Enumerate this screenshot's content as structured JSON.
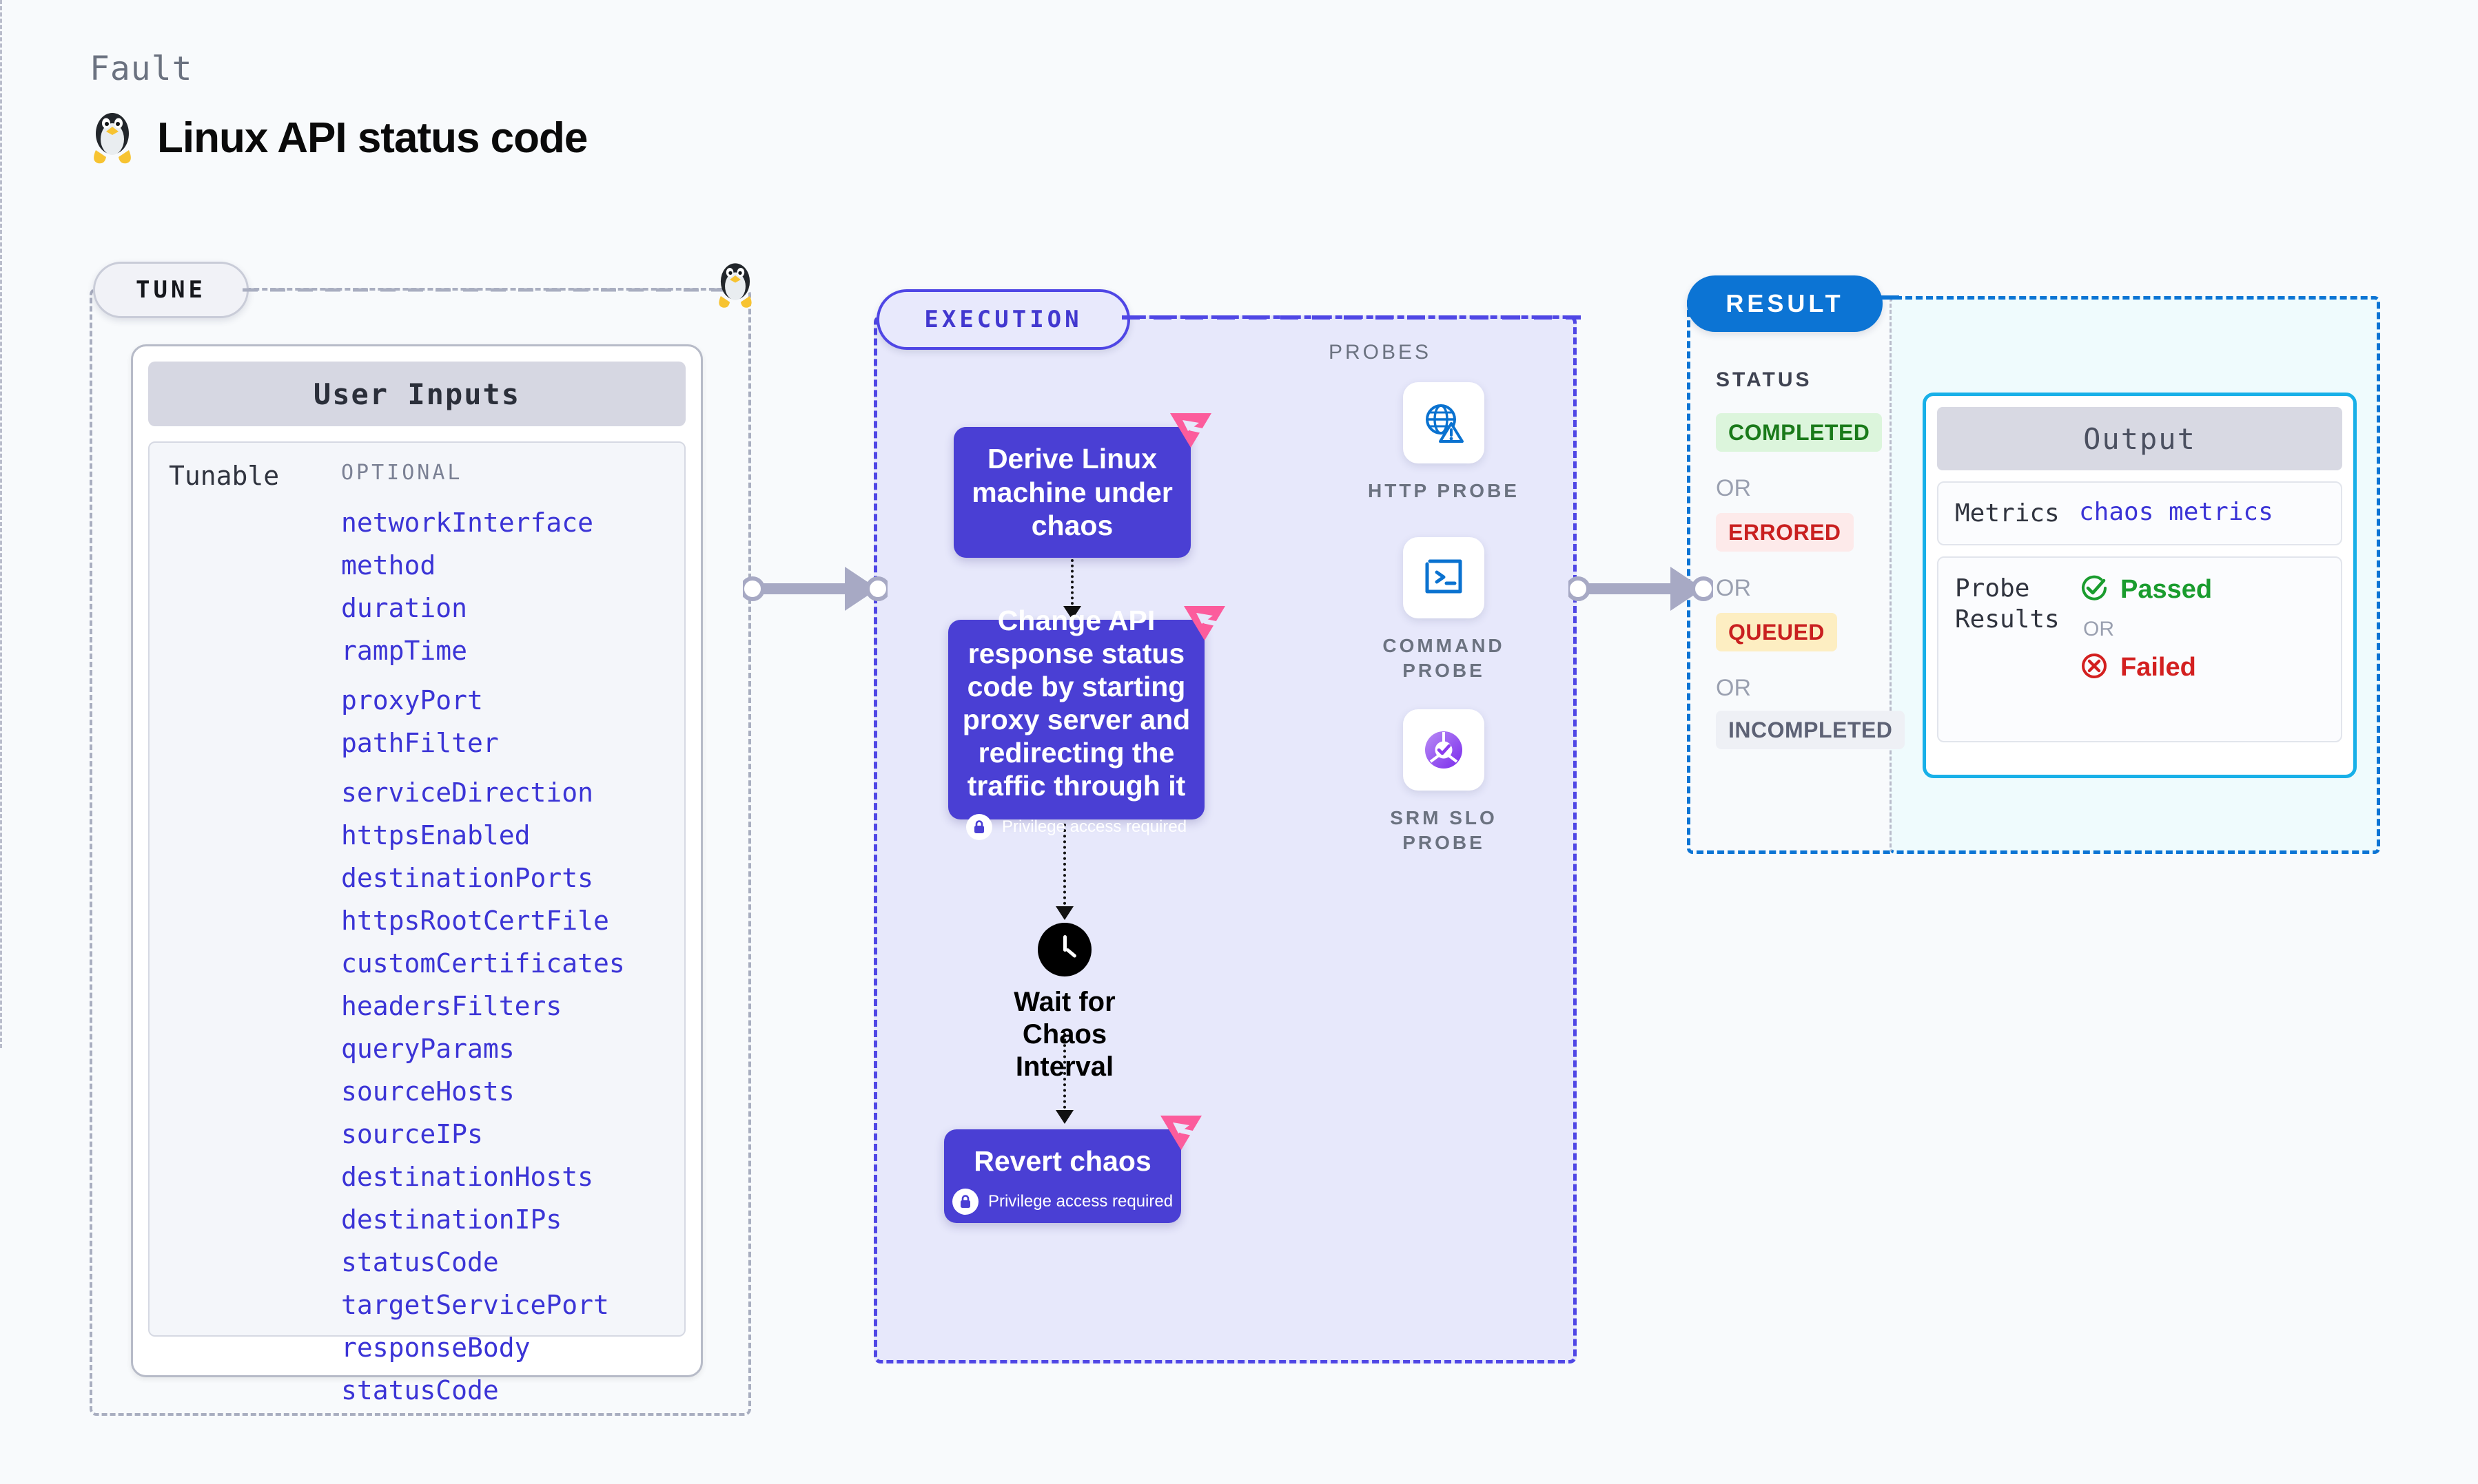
{
  "header": {
    "fault_label": "Fault",
    "title": "Linux API status code",
    "platform_icon": "linux-tux-icon"
  },
  "tune": {
    "badge": "TUNE",
    "card_header": "User Inputs",
    "tunable_label": "Tunable",
    "optional_label": "OPTIONAL",
    "params": [
      "networkInterface",
      "method",
      "duration",
      "rampTime",
      "proxyPort",
      "pathFilter",
      "serviceDirection",
      "httpsEnabled",
      "destinationPorts",
      "httpsRootCertFile",
      "customCertificates",
      "headersFilters",
      "queryParams",
      "sourceHosts",
      "sourceIPs",
      "destinationHosts",
      "destinationIPs",
      "statusCode",
      "targetServicePort",
      "responseBody",
      "statusCode"
    ]
  },
  "execution": {
    "badge": "EXECUTION",
    "nodes": [
      {
        "title": "Derive Linux machine under chaos",
        "privilege": null
      },
      {
        "title": "Change API response status code by starting proxy server and redirecting the traffic through it",
        "privilege": "Privilege access required"
      },
      {
        "title": "Revert chaos",
        "privilege": "Privilege access required"
      }
    ],
    "wait": {
      "label": "Wait for Chaos Interval",
      "icon": "clock-icon"
    }
  },
  "probes": {
    "title": "PROBES",
    "items": [
      {
        "label": "HTTP PROBE",
        "icon": "globe-warning-icon"
      },
      {
        "label": "COMMAND PROBE",
        "icon": "terminal-icon"
      },
      {
        "label": "SRM SLO PROBE",
        "icon": "slo-donut-check-icon"
      }
    ]
  },
  "result": {
    "badge": "RESULT",
    "status_title": "STATUS",
    "or": "OR",
    "statuses": [
      {
        "label": "COMPLETED",
        "bg": "#dcf5dc",
        "fg": "#1a7a1a"
      },
      {
        "label": "ERRORED",
        "bg": "#fdeaea",
        "fg": "#c92020"
      },
      {
        "label": "QUEUED",
        "bg": "#fdeec2",
        "fg": "#c92020"
      },
      {
        "label": "INCOMPLETED",
        "bg": "#eef0f5",
        "fg": "#5d6275"
      }
    ]
  },
  "output": {
    "header": "Output",
    "metrics_key": "Metrics",
    "metrics_value": "chaos metrics",
    "probe_results_key": "Probe Results",
    "passed_label": "Passed",
    "failed_label": "Failed",
    "or": "OR"
  },
  "colors": {
    "accent_purple": "#4a3fd4",
    "accent_blue": "#0c74d4",
    "accent_cyan": "#18b0e8",
    "ribbon_pink": "#fc5c9c",
    "param_blue": "#3b34d6"
  }
}
